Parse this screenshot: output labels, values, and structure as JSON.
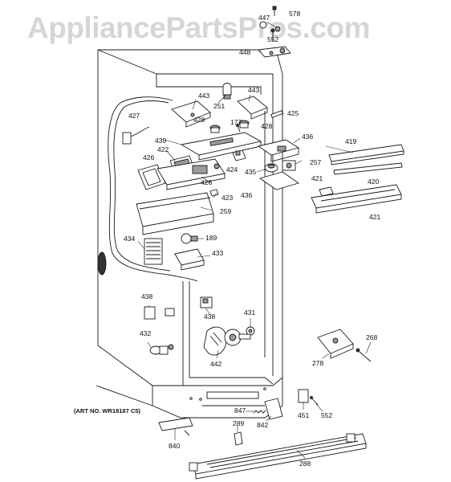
{
  "watermark": "AppliancePartsPros.com",
  "art_number": "(ART NO. WR18187 C5)",
  "labels": {
    "l578": "578",
    "l447": "447",
    "l552a": "552",
    "l448": "448",
    "l443a": "443",
    "l443b": "443",
    "l251": "251",
    "l425": "425",
    "l427": "427",
    "l428a": "428",
    "l177": "177",
    "l428b": "428",
    "l436a": "436",
    "l439": "439",
    "l422": "422",
    "l419": "419",
    "l426a": "426",
    "l426b": "426",
    "l424": "424",
    "l435": "435",
    "l257": "257",
    "l421a": "421",
    "l420": "420",
    "l436b": "436",
    "l423": "423",
    "l421b": "421",
    "l259": "259",
    "l434": "434",
    "l189": "189",
    "l433": "433",
    "l438a": "438",
    "l438b": "438",
    "l431": "431",
    "l432": "432",
    "l442": "442",
    "l268": "268",
    "l278": "278",
    "l847": "847",
    "l451": "451",
    "l552b": "552",
    "l289": "289",
    "l842": "842",
    "l840": "840",
    "l288": "288"
  }
}
